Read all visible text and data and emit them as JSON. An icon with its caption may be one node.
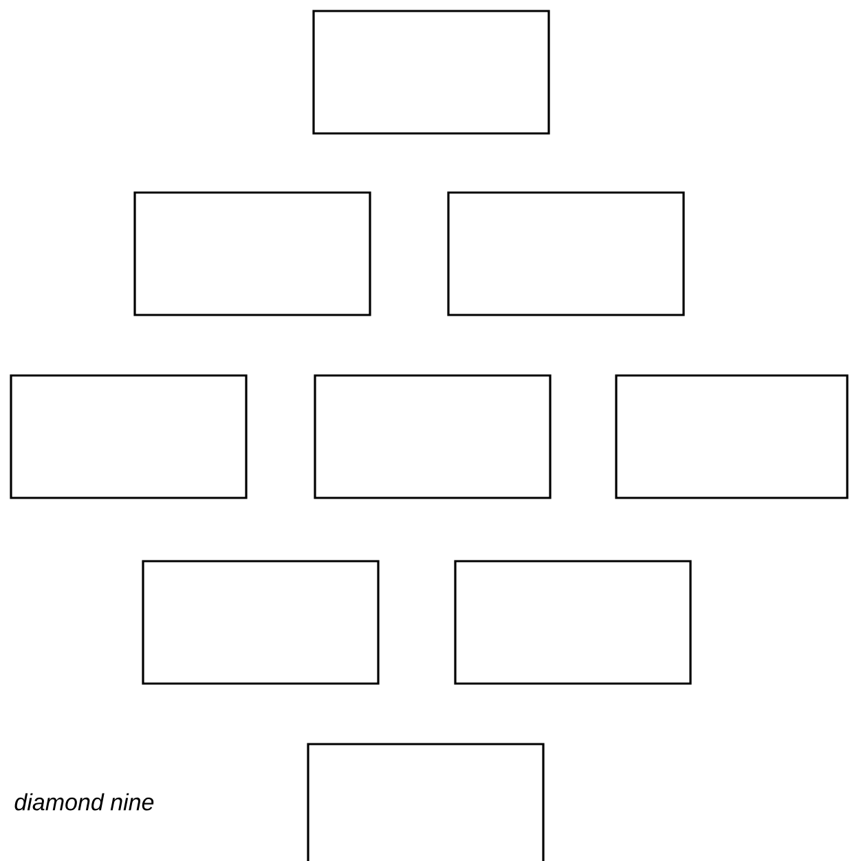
{
  "diagram": {
    "nodes": [
      {
        "text": [],
        "shape": "box"
      },
      {
        "text": [],
        "shape": "box"
      },
      {
        "text": [],
        "shape": "box"
      },
      {
        "text": [],
        "shape": "box"
      },
      {
        "text": [],
        "shape": "box"
      },
      {
        "text": [],
        "shape": "box"
      },
      {
        "text": [],
        "shape": "box"
      },
      {
        "text": [],
        "shape": "box"
      },
      {
        "text": [],
        "shape": "box"
      }
    ],
    "labels": [
      "diamond nine"
    ]
  }
}
